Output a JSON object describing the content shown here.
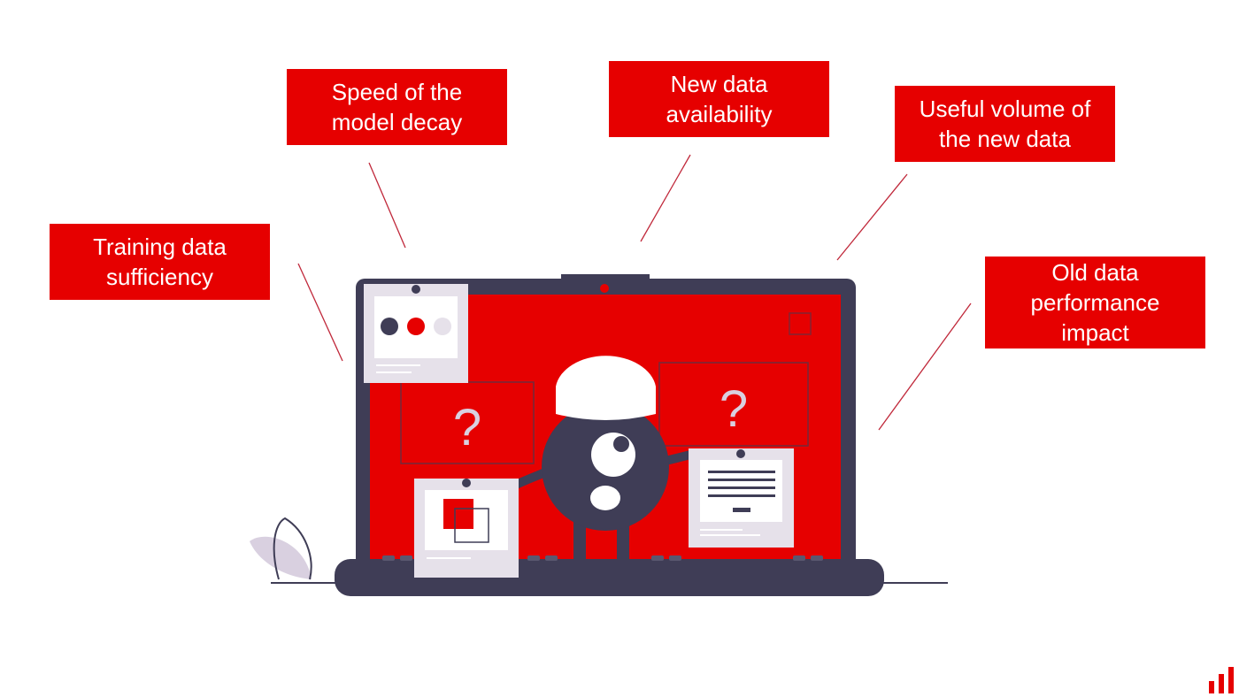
{
  "labels": {
    "training": [
      "Training data",
      "sufficiency"
    ],
    "speed": [
      "Speed of the",
      "model decay"
    ],
    "new_data": [
      "New data",
      "availability"
    ],
    "volume": [
      "Useful volume of",
      "the new data"
    ],
    "old_data": [
      "Old data",
      "performance",
      "impact"
    ]
  },
  "illustration": {
    "question_mark": "?"
  },
  "colors": {
    "accent": "#e60000",
    "dark": "#3f3d56",
    "card": "#e6e1ea",
    "leaf": "#d9d0e0"
  },
  "icons": {
    "corner_logo": "bar-chart-logo-icon"
  }
}
